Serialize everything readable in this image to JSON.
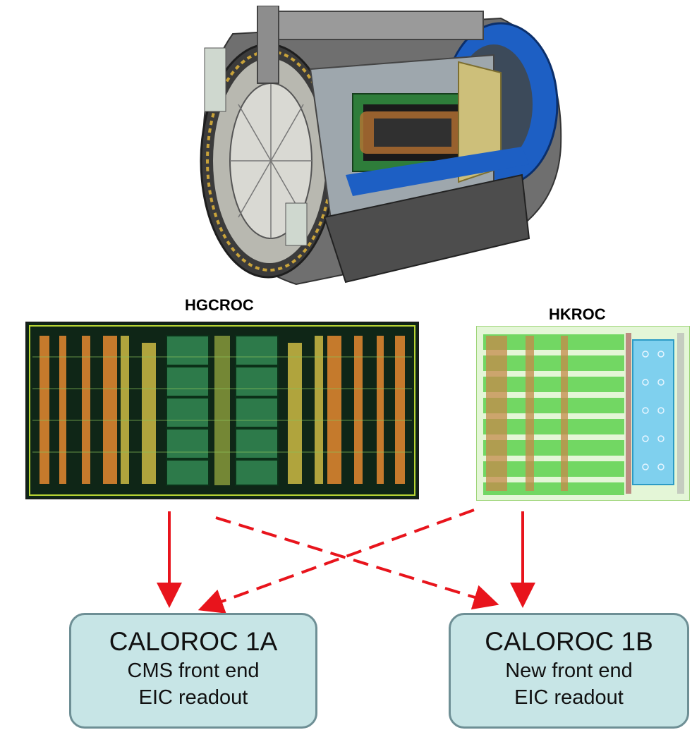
{
  "diagram": {
    "detector": {
      "name": "detector-cutaway"
    },
    "chips": [
      {
        "label": "HGCROC"
      },
      {
        "label": "HKROC"
      }
    ],
    "outputs": [
      {
        "title": "CALOROC 1A",
        "line1": "CMS front end",
        "line2": "EIC readout"
      },
      {
        "title": "CALOROC 1B",
        "line1": "New front end",
        "line2": "EIC readout"
      }
    ],
    "colors": {
      "arrow": "#e8141c",
      "box_fill": "#c7e5e6",
      "box_border": "#6e8f95",
      "chip_hgcroc_bg": "#173823",
      "chip_hkroc_bg": "#d9f3c8"
    },
    "connections": [
      {
        "from": "HGCROC",
        "to": "CALOROC 1A",
        "style": "solid"
      },
      {
        "from": "HKROC",
        "to": "CALOROC 1B",
        "style": "solid"
      },
      {
        "from": "HGCROC",
        "to": "CALOROC 1B",
        "style": "dashed"
      },
      {
        "from": "HKROC",
        "to": "CALOROC 1A",
        "style": "dashed"
      }
    ]
  }
}
